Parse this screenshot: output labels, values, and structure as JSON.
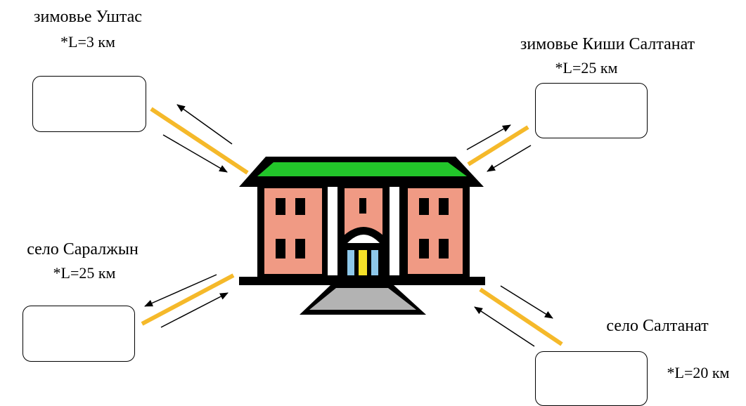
{
  "nodes": {
    "top_left": {
      "name": "зимовье Уштас",
      "distance": "*L=3 км"
    },
    "top_right": {
      "name": "зимовье Киши Салтанат",
      "distance": "*L=25 км"
    },
    "bottom_left": {
      "name": "село Саралжын",
      "distance": "*L=25 км"
    },
    "bottom_right": {
      "name": "село Салтанат",
      "distance": "*L=20 км"
    }
  },
  "center_icon": "school-building-icon",
  "colors": {
    "road": "#f5b92a",
    "roof": "#22c52a",
    "wall": "#f09a84",
    "window_yellow": "#f5e028",
    "window_blue": "#8ec8ea",
    "steps": "#b3b3b3"
  }
}
